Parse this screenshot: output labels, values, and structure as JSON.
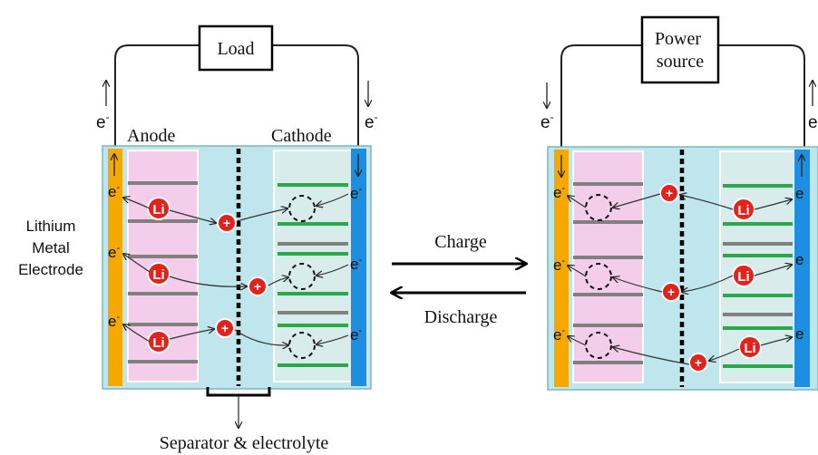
{
  "left_cell": {
    "load_label": "Load",
    "anode_label": "Anode",
    "cathode_label": "Cathode",
    "electron_symbol": "e",
    "electron_charge": "-",
    "ion_label": "Li",
    "plus_symbol": "+"
  },
  "right_cell": {
    "power_label_line1": "Power",
    "power_label_line2": "source"
  },
  "side_label": {
    "line1": "Lithium",
    "line2": "Metal",
    "line3": "Electrode"
  },
  "process": {
    "charge_label": "Charge",
    "discharge_label": "Discharge"
  },
  "separator_label": "Separator & electrolyte",
  "colors": {
    "cell_bg": "#bfe6ec",
    "anode_layer": "#f3cdea",
    "cathode_layer": "#d8ecec",
    "anode_collector": "#f5a800",
    "cathode_collector": "#1e8ee0",
    "ion_fill": "#e3231b",
    "graphite_line": "#808080",
    "cathode_line": "#2aa84a"
  }
}
